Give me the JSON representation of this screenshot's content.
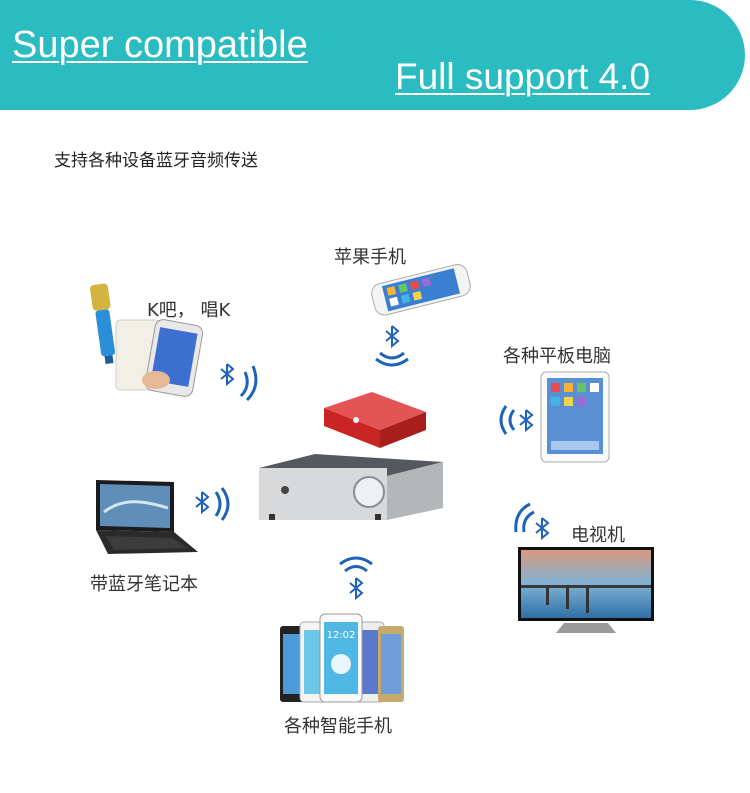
{
  "banner": {
    "title": "Super compatible",
    "subtitle": "Full support 4.0",
    "color": "#2bbcc2"
  },
  "caption": "支持各种设备蓝牙音频传送",
  "devices": {
    "karaoke": "K吧， 唱K",
    "iphone": "苹果手机",
    "tablet": "各种平板电脑",
    "laptop": "带蓝牙笔记本",
    "tv": "电视机",
    "smartphones": "各种智能手机"
  },
  "phone_clock": "12:02",
  "colors": {
    "bluetooth": "#1e63b8",
    "receiver": "#d82a2a",
    "amp": "#c9cbcd"
  }
}
